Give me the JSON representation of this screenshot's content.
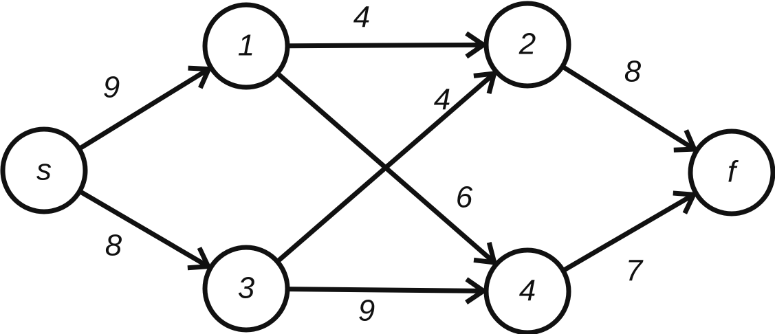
{
  "nodes": [
    {
      "id": "s",
      "label": "s"
    },
    {
      "id": "1",
      "label": "1"
    },
    {
      "id": "2",
      "label": "2"
    },
    {
      "id": "3",
      "label": "3"
    },
    {
      "id": "4",
      "label": "4"
    },
    {
      "id": "f",
      "label": "f"
    }
  ],
  "edges": [
    {
      "from": "s",
      "to": "1",
      "capacity": "9"
    },
    {
      "from": "s",
      "to": "3",
      "capacity": "8"
    },
    {
      "from": "1",
      "to": "2",
      "capacity": "4"
    },
    {
      "from": "3",
      "to": "2",
      "capacity": "4"
    },
    {
      "from": "1",
      "to": "4",
      "capacity": "6"
    },
    {
      "from": "3",
      "to": "4",
      "capacity": "9"
    },
    {
      "from": "2",
      "to": "f",
      "capacity": "8"
    },
    {
      "from": "4",
      "to": "f",
      "capacity": "7"
    }
  ]
}
